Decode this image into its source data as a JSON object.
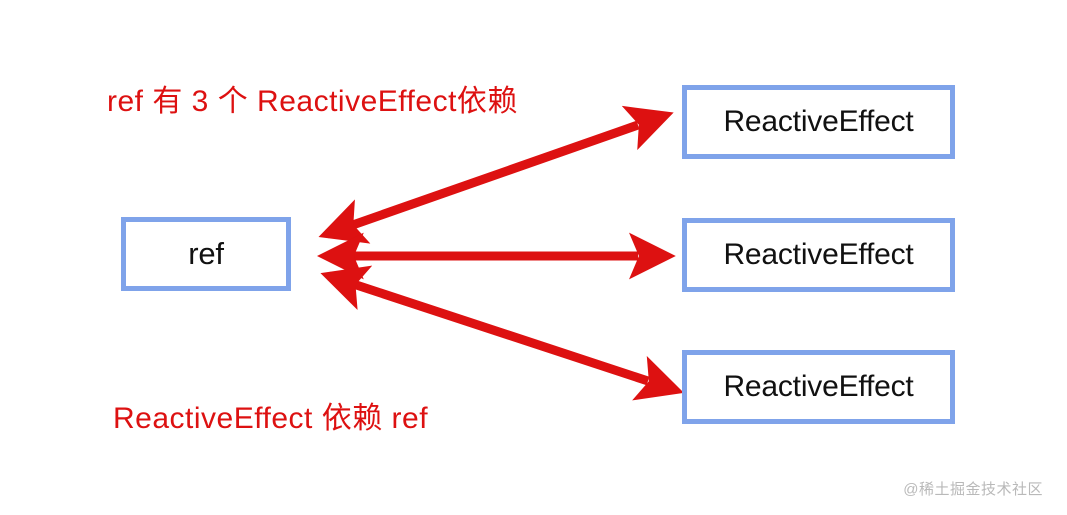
{
  "diagram": {
    "title_text": "ref 有 3 个 ReactiveEffect依赖",
    "bottom_text": "ReactiveEffect 依赖 ref",
    "colors": {
      "box_border": "#7fa3ea",
      "arrow": "#dd1111",
      "annotation_text": "#dd1111",
      "node_text": "#111111",
      "background": "#ffffff",
      "watermark_text": "#b9b9b9"
    },
    "source_node": {
      "label": "ref"
    },
    "target_nodes": [
      {
        "label": "ReactiveEffect"
      },
      {
        "label": "ReactiveEffect"
      },
      {
        "label": "ReactiveEffect"
      }
    ],
    "edges": [
      {
        "name": "ref-to-effect-1",
        "style": "double-headed",
        "from": "ref",
        "to": "ReactiveEffect"
      },
      {
        "name": "ref-to-effect-2",
        "style": "double-headed",
        "from": "ref",
        "to": "ReactiveEffect"
      },
      {
        "name": "ref-to-effect-3",
        "style": "double-headed",
        "from": "ref",
        "to": "ReactiveEffect"
      }
    ]
  },
  "watermark": {
    "text": "@稀土掘金技术社区"
  }
}
